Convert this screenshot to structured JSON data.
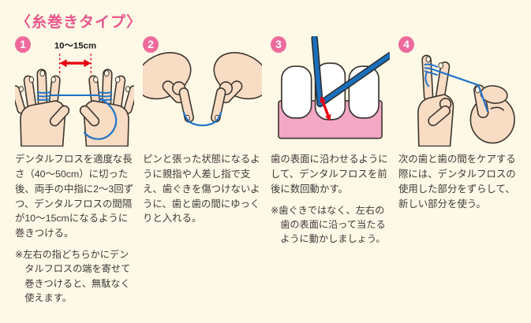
{
  "title": "〈糸巻きタイプ〉",
  "colors": {
    "background": "#FDF9E6",
    "accent_pink": "#E9568C",
    "badge_pink": "#EE6A9C",
    "floss_blue": "#2074C8",
    "thick_floss_blue": "#1B6FBC",
    "arrow_red": "#E60012",
    "skin": "#F9DCC4",
    "gum_pink": "#F3A8C6",
    "text": "#3E3A39"
  },
  "steps": [
    {
      "number": "1",
      "measure_label": "10～15cm",
      "illustration": "both hands with floss wound on middle fingers, red arrow marking 10-15cm gap",
      "caption": "デンタルフロスを適度な長さ（40～50cm）に切った後、両手の中指に2～3回ずつ、デンタルフロスの間隔が10～15cmになるように巻きつける。",
      "note": "※左右の指どちらかにデンタルフロスの端を寄せて巻きつけると、無駄なく使えます。"
    },
    {
      "number": "2",
      "illustration": "two hands pinching taut floss between thumbs and index fingers",
      "caption": "ピンと張った状態になるように親指や人差し指で支え、歯ぐきを傷つけないように、歯と歯の間にゆっくりと入れる。"
    },
    {
      "number": "3",
      "illustration": "teeth with floss inserted between them, red arrow showing motion along tooth surface",
      "caption": "歯の表面に沿わせるようにして、デンタルフロスを前後に数回動かす。",
      "note": "※歯ぐきではなく、左右の歯の表面に沿って当たるように動かしましょう。"
    },
    {
      "number": "4",
      "illustration": "hand shifting floss from wound middle finger to use a fresh section",
      "caption": "次の歯と歯の間をケアする際には、デンタルフロスの使用した部分をずらして、新しい部分を使う。"
    }
  ]
}
